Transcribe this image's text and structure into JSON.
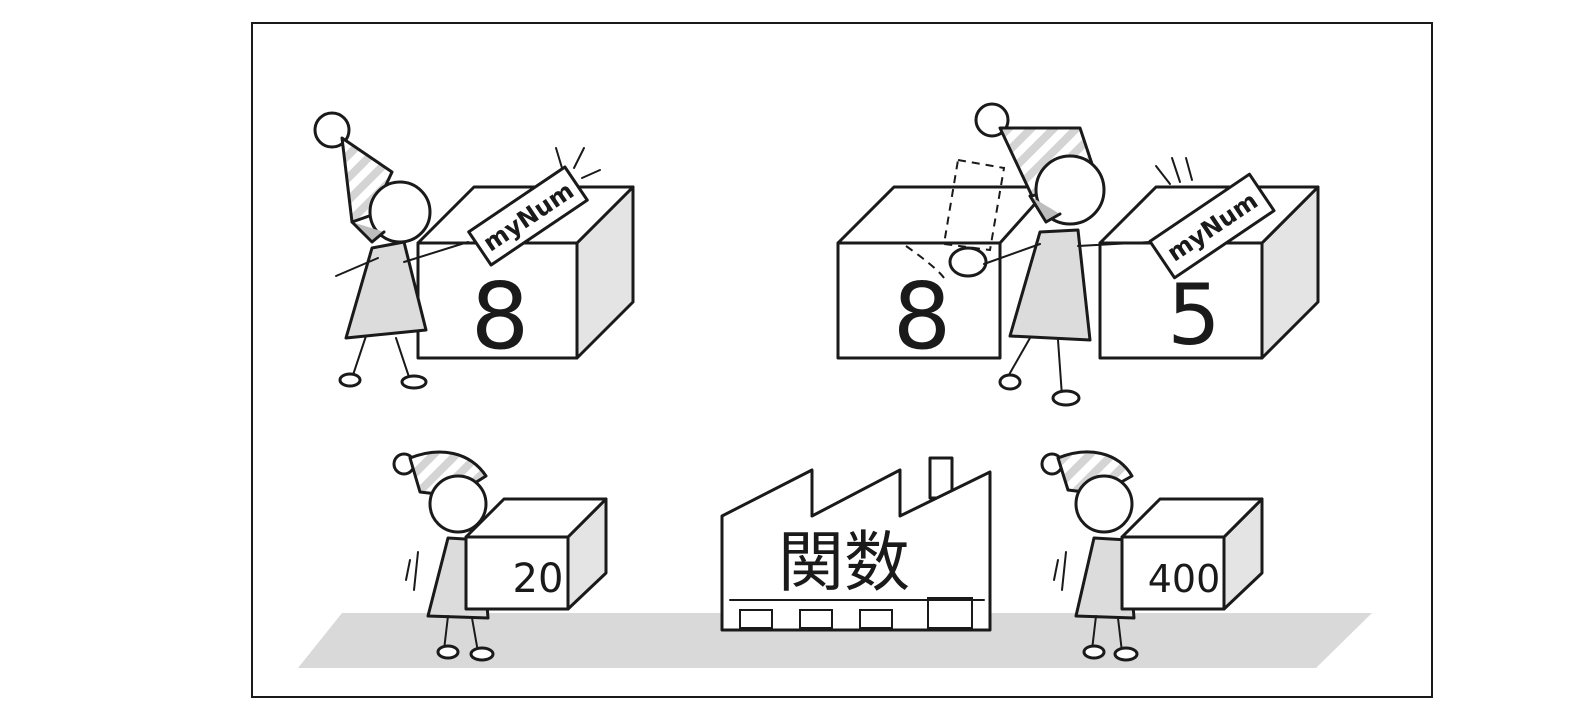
{
  "scenes": {
    "variable_assign": {
      "tag_label": "myNum",
      "box_value": "8"
    },
    "variable_reassign": {
      "old_box_value": "8",
      "tag_label": "myNum",
      "new_box_value": "5"
    },
    "function_factory": {
      "input_value": "20",
      "factory_label": "関数",
      "output_value": "400"
    }
  },
  "colors": {
    "ink": "#1a1a1a",
    "grey_fill": "#dcdcdc",
    "floor": "#d9d9d9",
    "frame": "#1a1a1a"
  }
}
